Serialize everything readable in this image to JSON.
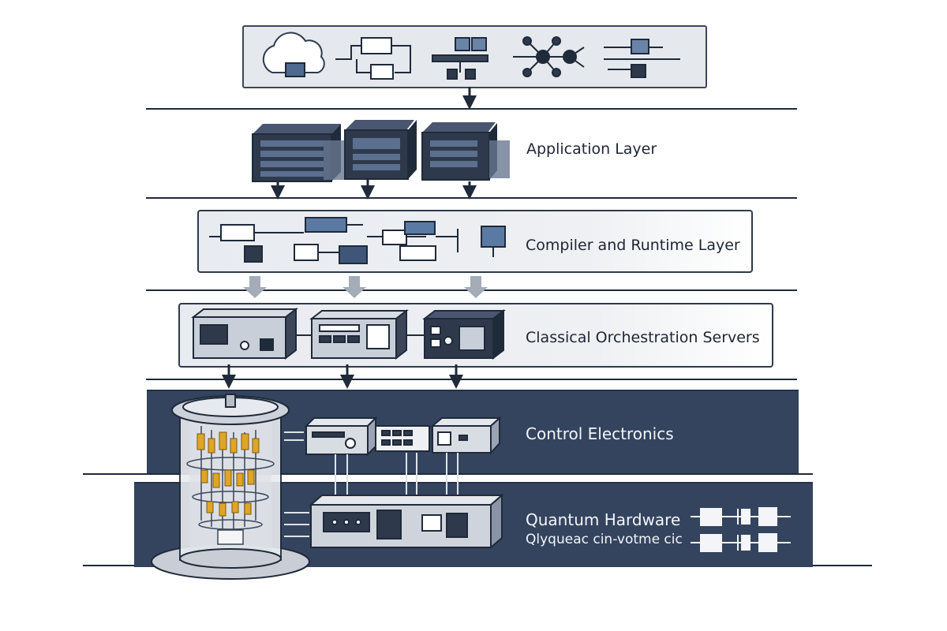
{
  "layers": [
    {
      "label": "Application Layer"
    },
    {
      "label": "Compiler and Runtime Layer"
    },
    {
      "label": "Classical Orchestration Servers"
    },
    {
      "label": "Control Electronics"
    },
    {
      "label": "Quantum Hardware",
      "sublabel": "Qlyqueac cin-votme cic"
    }
  ],
  "colors": {
    "navy": "#34445e",
    "dark": "#1f2a3a",
    "light_panel": "#e5e8ed",
    "accent_blue": "#5b7aa3",
    "qubit_gold": "#e0a526"
  },
  "icons": [
    "cloud-icon",
    "workflow-icon",
    "network-graph-icon",
    "server-rack-icon",
    "qpu-cryostat-icon",
    "quantum-circuit-icon"
  ]
}
